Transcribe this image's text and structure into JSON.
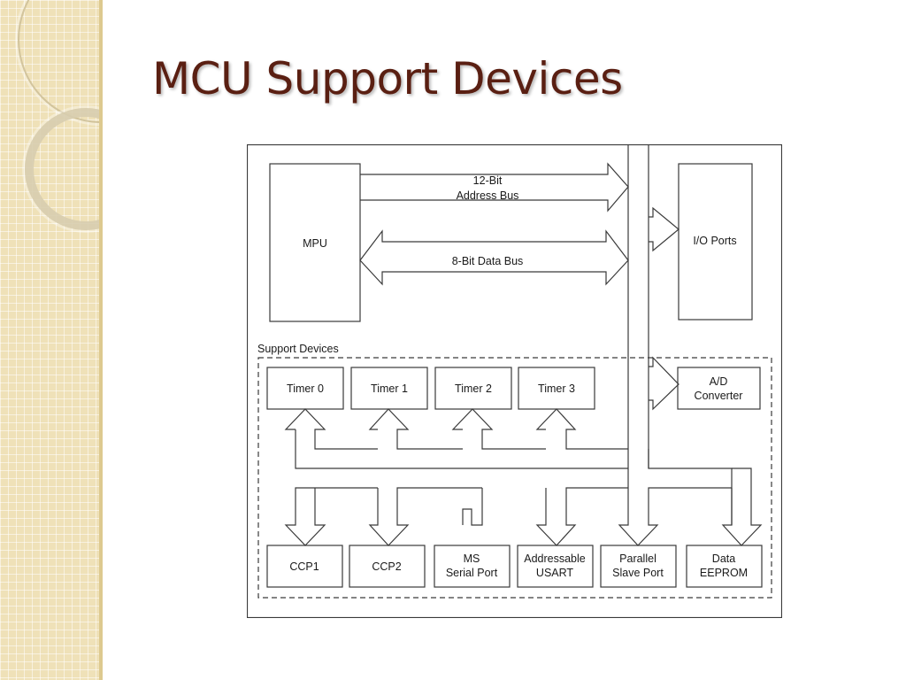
{
  "slide": {
    "title": "MCU Support Devices"
  },
  "diagram": {
    "mpu": "MPU",
    "address_bus": {
      "line1": "12-Bit",
      "line2": "Address Bus"
    },
    "data_bus": "8-Bit Data Bus",
    "io_ports": "I/O Ports",
    "support_group": "Support Devices",
    "ad_converter": {
      "line1": "A/D",
      "line2": "Converter"
    },
    "timers": [
      "Timer 0",
      "Timer 1",
      "Timer 2",
      "Timer 3"
    ],
    "peripherals": [
      {
        "line1": "CCP1",
        "line2": ""
      },
      {
        "line1": "CCP2",
        "line2": ""
      },
      {
        "line1": "MS",
        "line2": "Serial Port"
      },
      {
        "line1": "Addressable",
        "line2": "USART"
      },
      {
        "line1": "Parallel",
        "line2": "Slave Port"
      },
      {
        "line1": "Data",
        "line2": "EEPROM"
      }
    ]
  }
}
